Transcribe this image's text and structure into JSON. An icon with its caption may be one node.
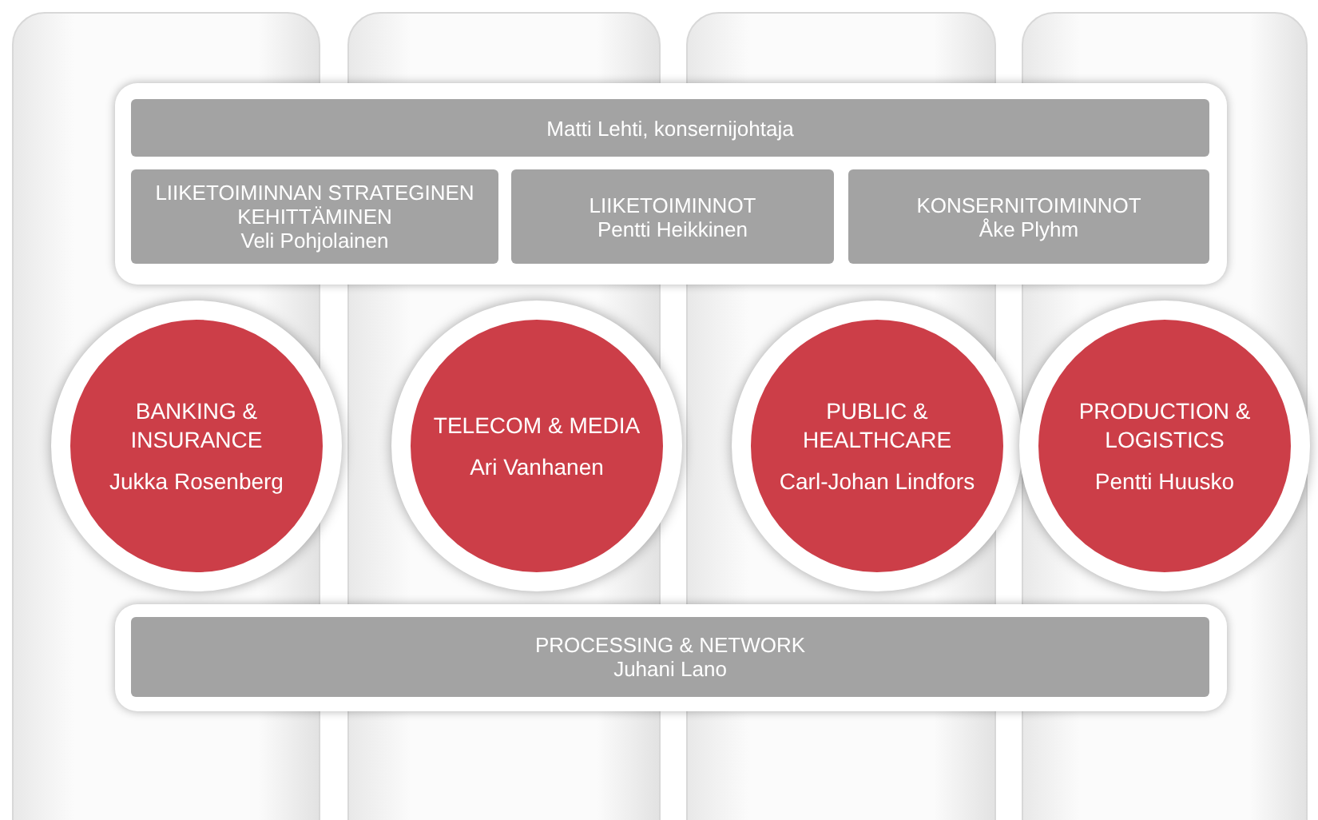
{
  "diagram": {
    "nodes": [
      {
        "text": [],
        "shape": "box"
      },
      {
        "text": [
          "Matti Lehti, konsernijohtaja"
        ],
        "in": 0
      },
      {
        "text": [
          "LIIKETOIMINNAN STRATEGINEN KEHITTÄMINEN",
          "Veli Pohjolainen"
        ],
        "in": 0
      },
      {
        "text": [
          "LIIKETOIMINNOT",
          "Pentti Heikkinen"
        ],
        "in": 0
      },
      {
        "text": [
          "KONSERNITOIMINNOT",
          "Åke Plyhm"
        ],
        "in": 0
      },
      {
        "text": [
          "BANKING & INSURANCE",
          "Jukka Rosenberg"
        ]
      },
      {
        "text": [
          "TELECOM & MEDIA",
          "Ari Vanhanen"
        ]
      },
      {
        "text": [
          "PUBLIC & HEALTHCARE",
          "Carl-Johan Lindfors"
        ]
      },
      {
        "text": [
          "PRODUCTION & LOGISTICS",
          "Pentti Huusko"
        ]
      },
      {
        "text": [],
        "shape": "box"
      },
      {
        "text": [
          "PROCESSING & NETWORK",
          "Juhani Lano"
        ],
        "in": 9
      }
    ],
    "edges": []
  }
}
